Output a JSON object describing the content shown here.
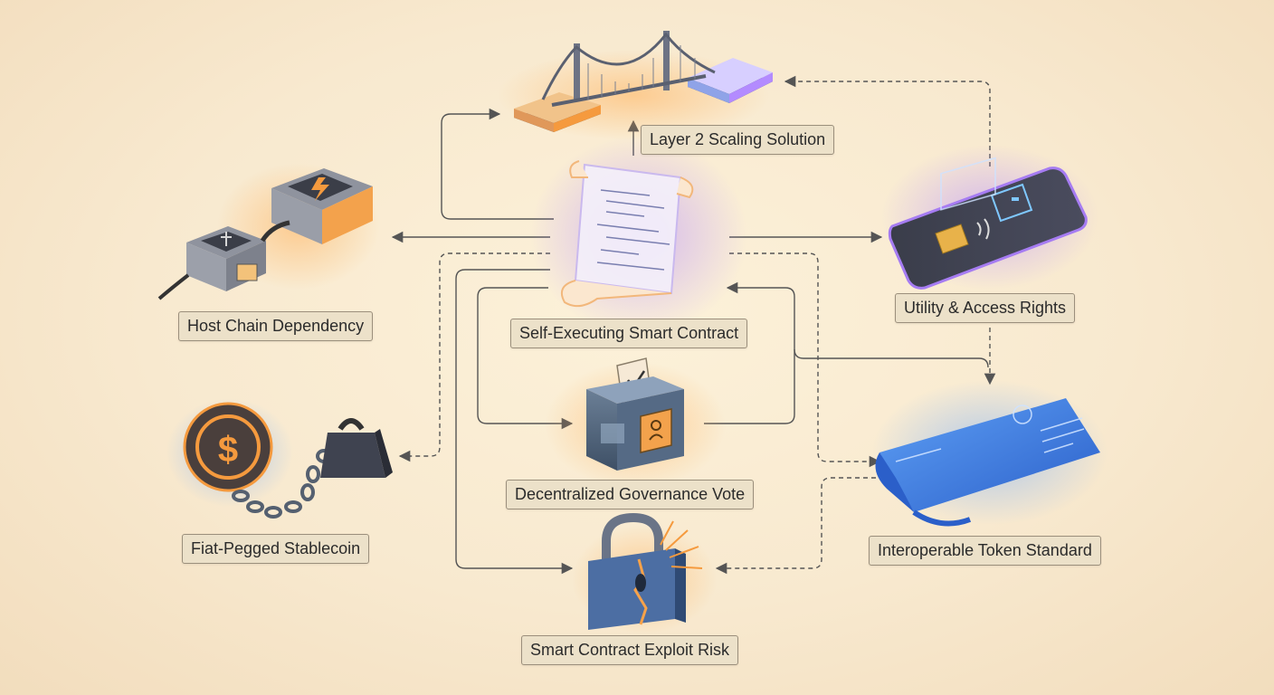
{
  "nodes": {
    "layer2": "Layer 2 Scaling Solution",
    "host_chain": "Host Chain Dependency",
    "smart_contract": "Self-Executing Smart Contract",
    "utility": "Utility & Access Rights",
    "governance": "Decentralized Governance Vote",
    "stablecoin": "Fiat-Pegged Stablecoin",
    "token_standard": "Interoperable Token Standard",
    "exploit": "Smart Contract Exploit Risk"
  },
  "colors": {
    "accent_orange": "#f59a3e",
    "accent_purple": "#a67cf2",
    "accent_blue": "#3f7fe0",
    "arrow": "#555555"
  }
}
